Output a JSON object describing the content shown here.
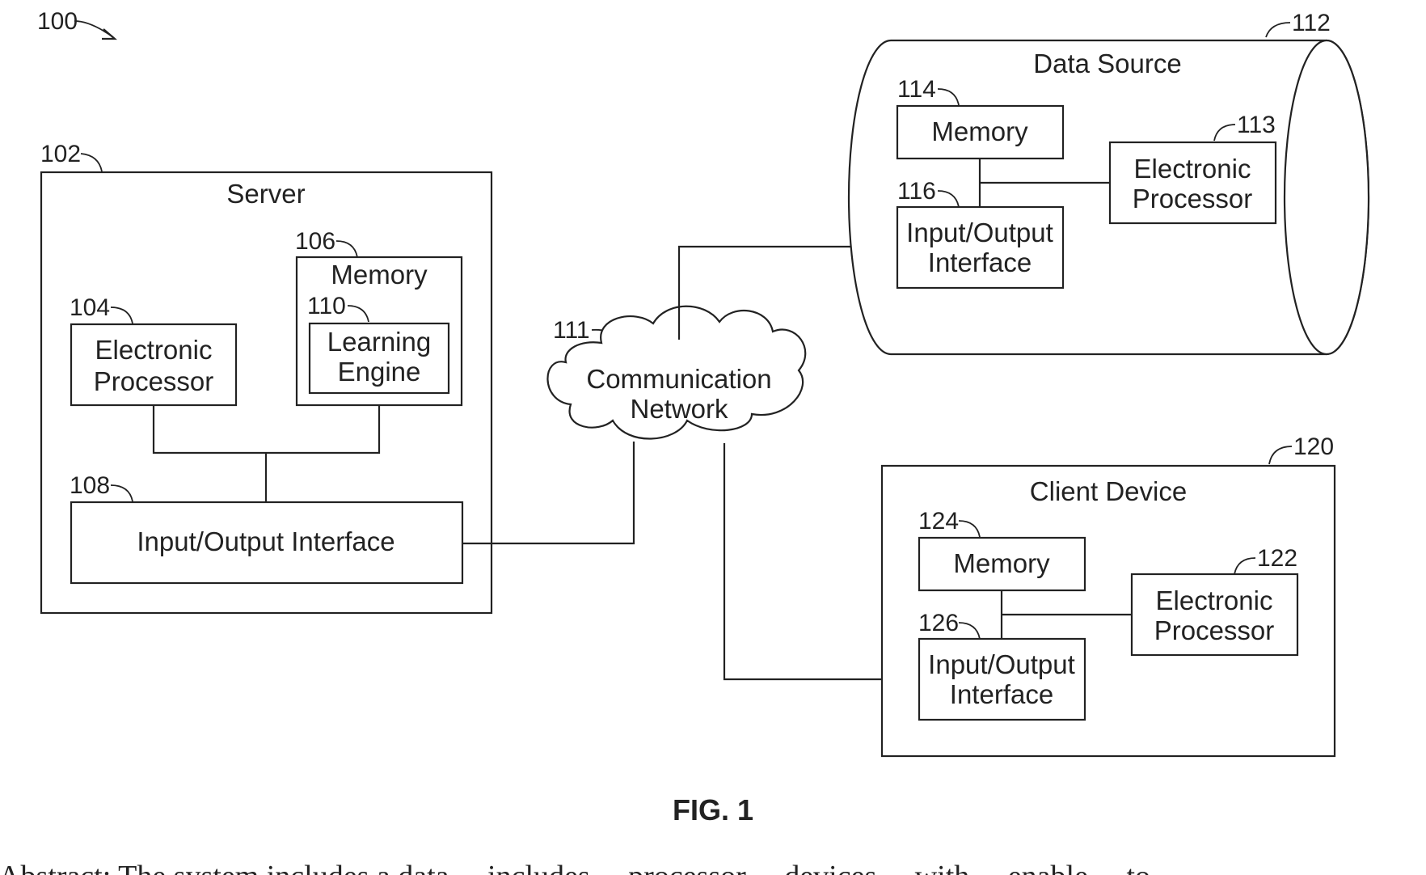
{
  "figure": {
    "caption": "FIG. 1",
    "system_ref": "100",
    "server": {
      "ref": "102",
      "title": "Server",
      "processor": {
        "ref": "104",
        "line1": "Electronic",
        "line2": "Processor"
      },
      "memory": {
        "ref": "106",
        "title": "Memory"
      },
      "learning_engine": {
        "ref": "110",
        "line1": "Learning",
        "line2": "Engine"
      },
      "io": {
        "ref": "108",
        "label": "Input/Output Interface"
      }
    },
    "network": {
      "ref": "111",
      "line1": "Communication",
      "line2": "Network"
    },
    "data_source": {
      "ref": "112",
      "title": "Data Source",
      "memory": {
        "ref": "114",
        "label": "Memory"
      },
      "processor": {
        "ref": "113",
        "line1": "Electronic",
        "line2": "Processor"
      },
      "io": {
        "ref": "116",
        "line1": "Input/Output",
        "line2": "Interface"
      }
    },
    "client_device": {
      "ref": "120",
      "title": "Client Device",
      "memory": {
        "ref": "124",
        "label": "Memory"
      },
      "processor": {
        "ref": "122",
        "line1": "Electronic",
        "line2": "Processor"
      },
      "io": {
        "ref": "126",
        "line1": "Input/Output",
        "line2": "Interface"
      }
    }
  },
  "abstract_fragment": "Abstract: The system includes a data ... includes ... processor ... devices ... with ... enable ... to ..."
}
